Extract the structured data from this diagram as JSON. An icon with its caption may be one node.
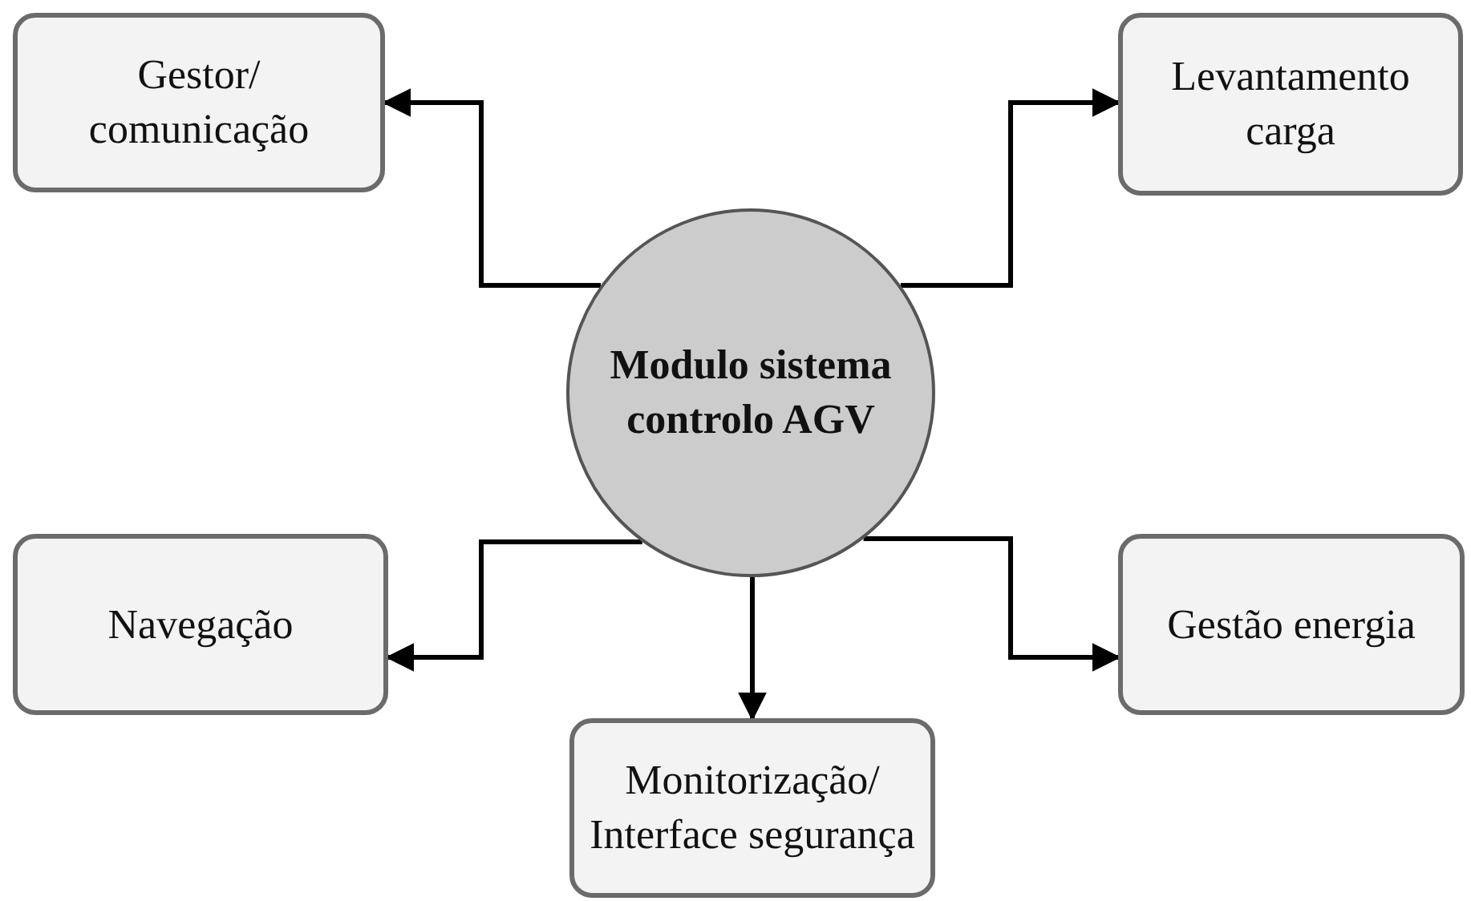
{
  "diagram": {
    "nodes": [
      {
        "text": [
          "Gestor/ comunicação"
        ]
      },
      {
        "text": [
          "Levantamento carga"
        ]
      },
      {
        "text": [
          "Modulo sistema controlo AGV"
        ]
      },
      {
        "text": [
          "Navegação"
        ]
      },
      {
        "text": [
          "Gestão energia"
        ]
      },
      {
        "text": [
          "Monitorização/ Interface segurança"
        ]
      }
    ],
    "edges": [
      {
        "from": 2,
        "to": 0,
        "arrow": "to"
      },
      {
        "from": 2,
        "to": 1,
        "arrow": "to"
      },
      {
        "from": 2,
        "to": 3,
        "arrow": "to"
      },
      {
        "from": 2,
        "to": 4,
        "arrow": "to"
      },
      {
        "from": 2,
        "to": 5,
        "arrow": "to"
      }
    ]
  }
}
